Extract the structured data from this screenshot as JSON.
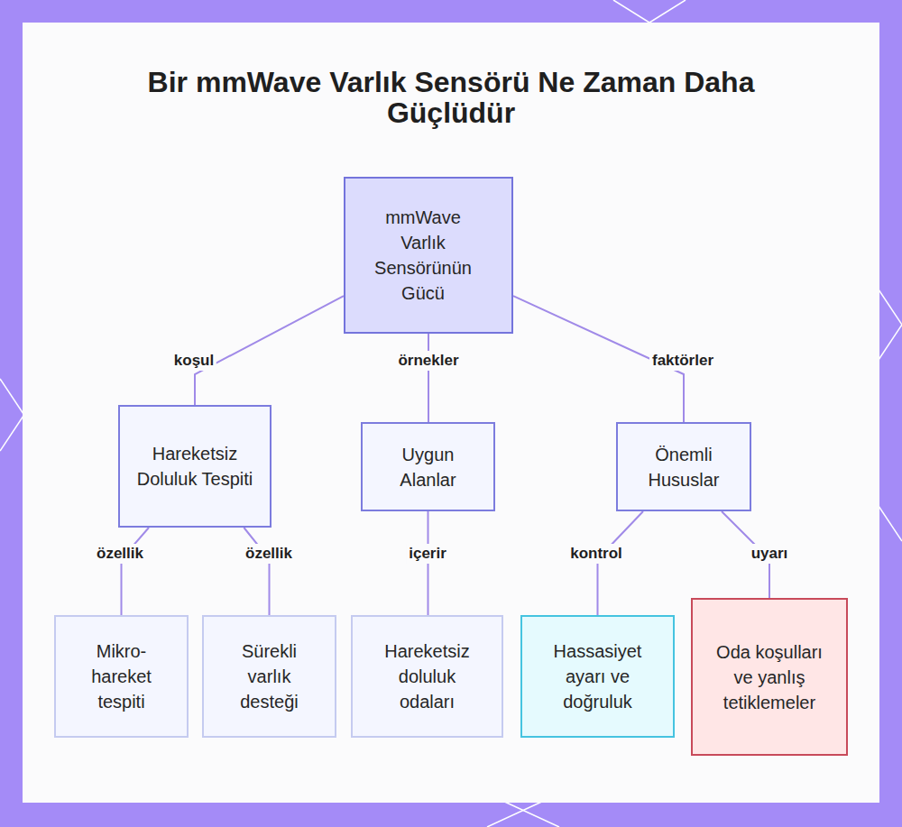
{
  "diagram": {
    "title": "Bir mmWave Varlık Sensörü Ne Zaman Daha Güçlüdür",
    "nodes": [
      {
        "text": [
          "mmWave Varlık Sensörünün Gücü"
        ]
      },
      {
        "text": [
          "Hareketsiz Doluluk Tespiti"
        ]
      },
      {
        "text": [
          "Uygun Alanlar"
        ]
      },
      {
        "text": [
          "Önemli Hususlar"
        ]
      },
      {
        "text": [
          "Mikro-hareket tespiti"
        ]
      },
      {
        "text": [
          "Sürekli varlık desteği"
        ]
      },
      {
        "text": [
          "Hareketsiz doluluk odaları"
        ]
      },
      {
        "text": [
          "Hassasiyet ayarı ve doğruluk"
        ]
      },
      {
        "text": [
          "Oda koşulları ve yanlış tetiklemeler"
        ]
      }
    ],
    "edges": [
      {
        "from": 0,
        "to": 1,
        "label": "koşul",
        "arrow": "none"
      },
      {
        "from": 0,
        "to": 2,
        "label": "örnekler",
        "arrow": "none"
      },
      {
        "from": 0,
        "to": 3,
        "label": "faktörler",
        "arrow": "none"
      },
      {
        "from": 1,
        "to": 4,
        "label": "özellik",
        "arrow": "none"
      },
      {
        "from": 1,
        "to": 5,
        "label": "özellik",
        "arrow": "none"
      },
      {
        "from": 2,
        "to": 6,
        "label": "içerir",
        "arrow": "none"
      },
      {
        "from": 3,
        "to": 7,
        "label": "kontrol",
        "arrow": "none"
      },
      {
        "from": 3,
        "to": 8,
        "label": "uyarı",
        "arrow": "none"
      }
    ]
  }
}
